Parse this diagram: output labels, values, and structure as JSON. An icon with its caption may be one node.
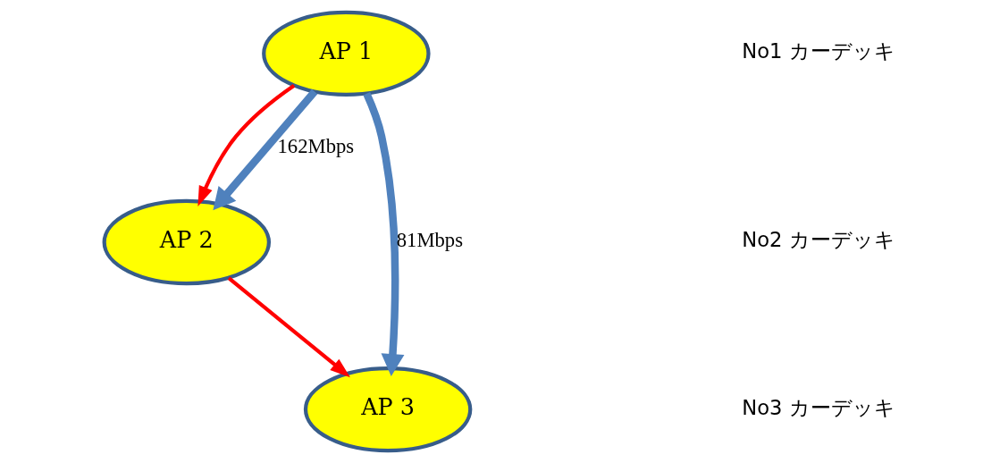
{
  "diagram": {
    "nodes": [
      {
        "text": [
          "AP 1"
        ]
      },
      {
        "text": [
          "AP 2"
        ]
      },
      {
        "text": [
          "AP 3"
        ]
      }
    ],
    "edges": [
      {
        "from": 0,
        "to": 1,
        "arrow": "to",
        "color": "#ff0000"
      },
      {
        "from": 1,
        "to": 2,
        "arrow": "to",
        "color": "#ff0000"
      },
      {
        "from": 0,
        "to": 1,
        "arrow": "to",
        "label": "162Mbps",
        "style": "thick",
        "color": "#4f81bd"
      },
      {
        "from": 0,
        "to": 2,
        "arrow": "to",
        "label": "81Mbps",
        "style": "thick",
        "color": "#4f81bd"
      }
    ],
    "labels": [
      "No1 カーデッキ",
      "No2 カーデッキ",
      "No3 カーデッキ"
    ]
  }
}
